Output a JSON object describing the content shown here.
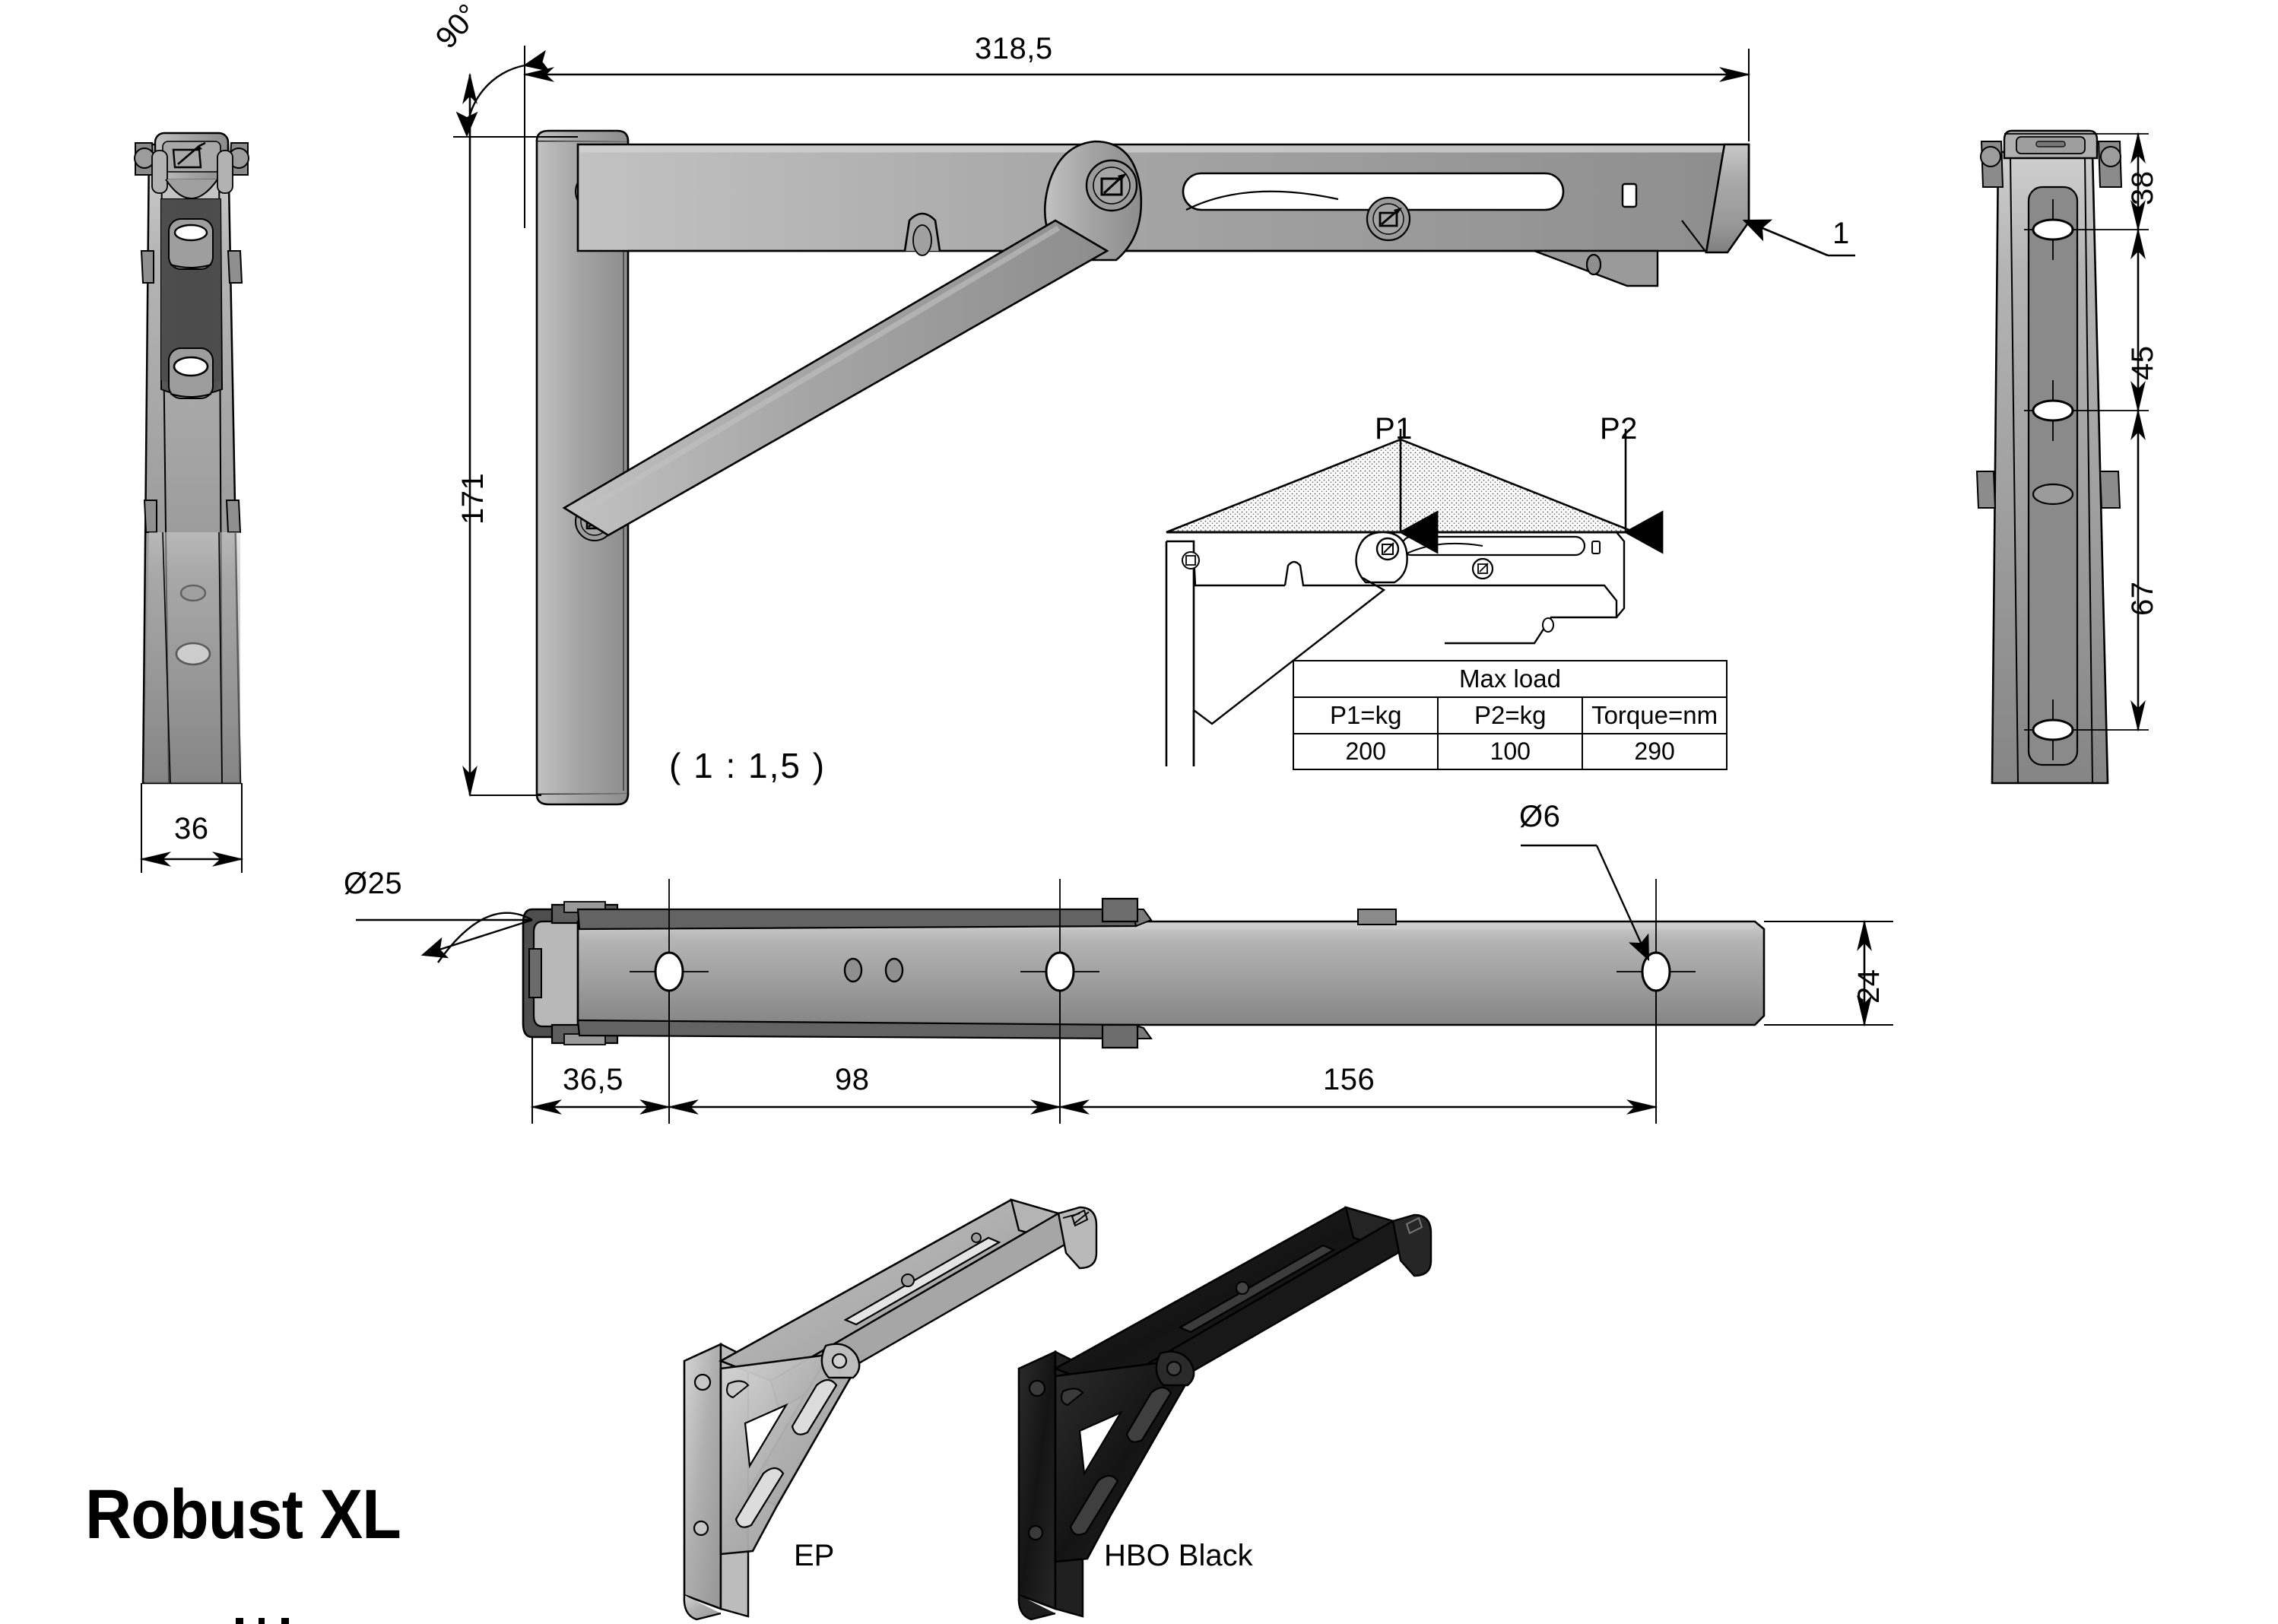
{
  "drawing": {
    "title": "Robust XL",
    "scale_note": "( 1 : 1,5 )",
    "item_balloon": "1"
  },
  "dimensions": {
    "angle_top": "90°",
    "overall_length": "318,5",
    "height_171": "171",
    "width_36": "36",
    "side_38": "38",
    "side_45": "45",
    "side_67": "67",
    "thickness_24": "24",
    "dia_25": "Ø25",
    "dia_6": "Ø6",
    "chain_36_5": "36,5",
    "chain_98": "98",
    "chain_156": "156"
  },
  "load_diagram": {
    "p1_label": "P1",
    "p2_label": "P2"
  },
  "load_table": {
    "title": "Max load",
    "headers": [
      "P1=kg",
      "P2=kg",
      "Torque=nm"
    ],
    "row": [
      "200",
      "100",
      "290"
    ]
  },
  "finishes": [
    {
      "label": "EP"
    },
    {
      "label": "HBO Black"
    }
  ],
  "colors": {
    "metal_light": "#b9b9b9",
    "metal_mid": "#9a9a9a",
    "metal_dark": "#6f6f6f",
    "metal_darker": "#4a4a4a",
    "black_finish": "#1a1a1a",
    "line": "#000000"
  }
}
